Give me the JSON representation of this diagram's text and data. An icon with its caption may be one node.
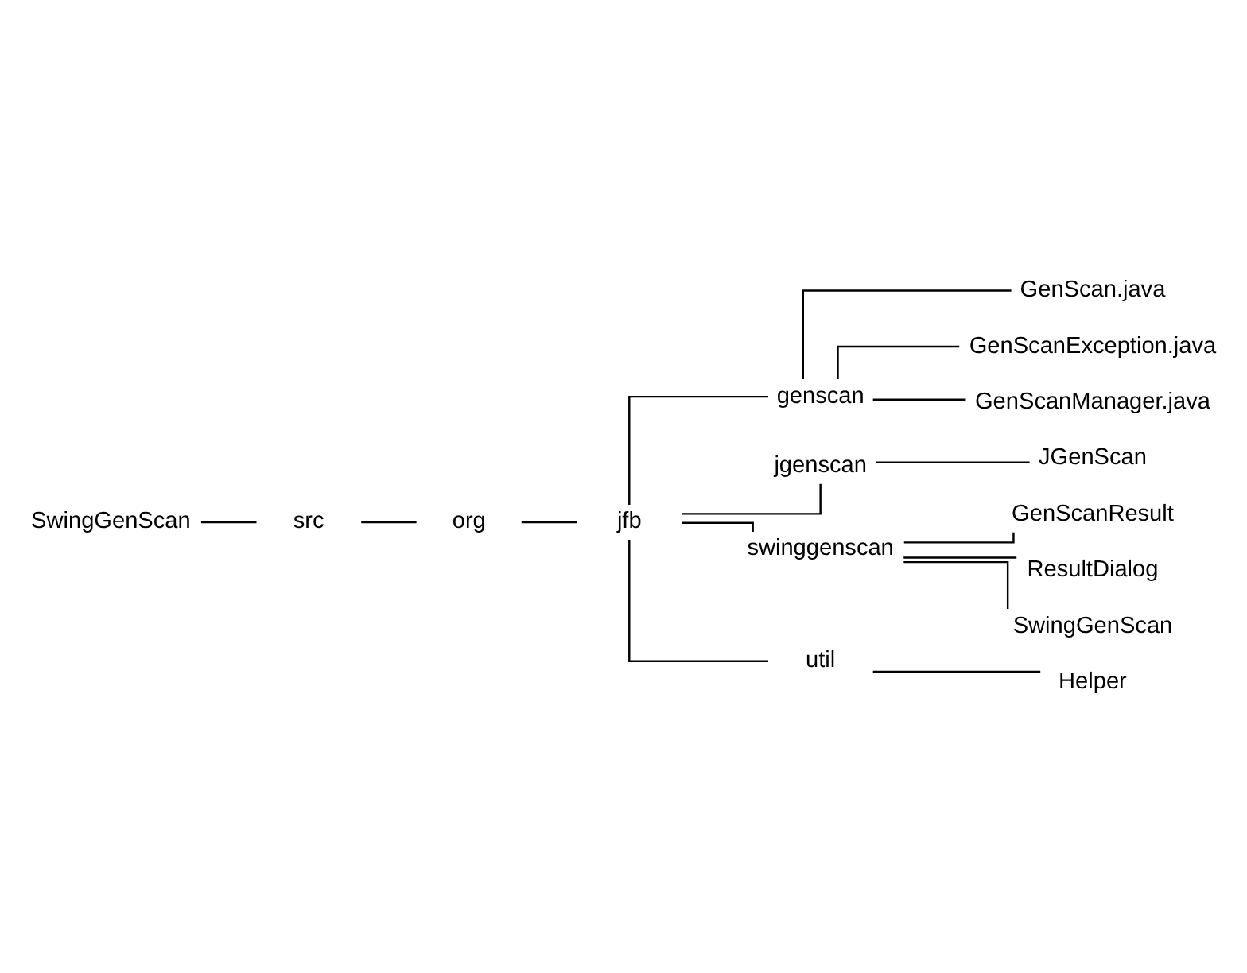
{
  "diagram": {
    "nodes": [
      {
        "text": [
          "SwingGenScan"
        ]
      },
      {
        "text": [
          "src"
        ]
      },
      {
        "text": [
          "org"
        ]
      },
      {
        "text": [
          "jfb"
        ]
      },
      {
        "text": [
          "genscan"
        ]
      },
      {
        "text": [
          "GenScan.java"
        ]
      },
      {
        "text": [
          "GenScanException.java"
        ]
      },
      {
        "text": [
          "GenScanManager.java"
        ]
      },
      {
        "text": [
          "jgenscan"
        ]
      },
      {
        "text": [
          "JGenScan"
        ]
      },
      {
        "text": [
          "swinggenscan"
        ]
      },
      {
        "text": [
          "GenScanResult"
        ]
      },
      {
        "text": [
          "ResultDialog"
        ]
      },
      {
        "text": [
          "SwingGenScan"
        ]
      },
      {
        "text": [
          "util"
        ]
      },
      {
        "text": [
          "Helper"
        ]
      }
    ],
    "edges": [
      {
        "from": 0,
        "to": 1,
        "arrow": "none"
      },
      {
        "from": 1,
        "to": 2,
        "arrow": "none"
      },
      {
        "from": 2,
        "to": 3,
        "arrow": "none"
      },
      {
        "from": 3,
        "to": 4,
        "arrow": "none"
      },
      {
        "from": 4,
        "to": 5,
        "arrow": "none"
      },
      {
        "from": 4,
        "to": 6,
        "arrow": "none"
      },
      {
        "from": 4,
        "to": 7,
        "arrow": "none"
      },
      {
        "from": 3,
        "to": 8,
        "arrow": "none"
      },
      {
        "from": 8,
        "to": 9,
        "arrow": "none"
      },
      {
        "from": 3,
        "to": 10,
        "arrow": "none"
      },
      {
        "from": 10,
        "to": 11,
        "arrow": "none"
      },
      {
        "from": 10,
        "to": 12,
        "arrow": "none"
      },
      {
        "from": 10,
        "to": 13,
        "arrow": "none"
      },
      {
        "from": 3,
        "to": 14,
        "arrow": "none"
      },
      {
        "from": 14,
        "to": 15,
        "arrow": "none"
      }
    ]
  }
}
